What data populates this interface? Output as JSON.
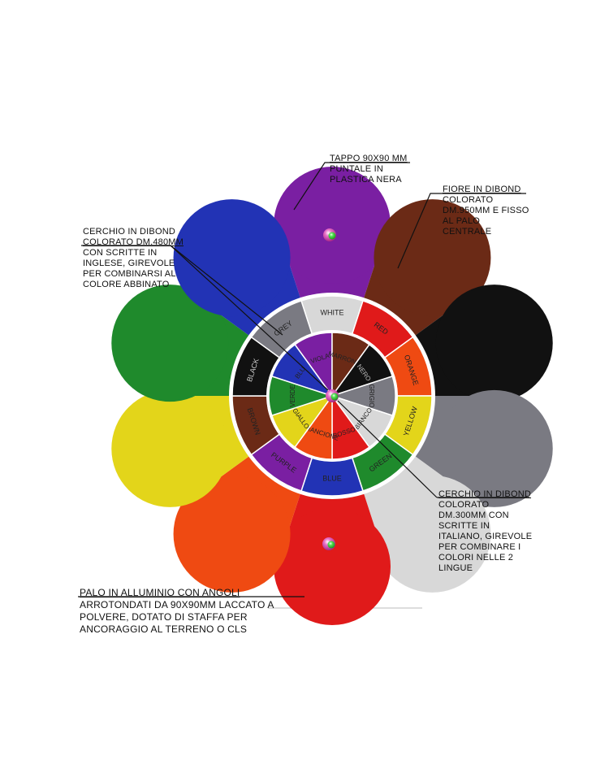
{
  "callouts": {
    "cap": {
      "lines": [
        "TAPPO 90X90 MM",
        "PUNTALE IN",
        "PLASTICA NERA"
      ]
    },
    "flower": {
      "lines": [
        "FIORE IN DIBOND",
        "COLORATO",
        "DM.950MM E FISSO",
        "AL PALO",
        "CENTRALE"
      ]
    },
    "outer_circle": {
      "lines": [
        "CERCHIO IN DIBOND",
        "COLORATO DM.480MM",
        "CON SCRITTE IN",
        "INGLESE, GIREVOLE",
        "PER COMBINARSI AL",
        "COLORE ABBINATO"
      ]
    },
    "inner_circle": {
      "lines": [
        "CERCHIO IN DIBOND",
        "COLORATO",
        "DM.300MM CON",
        "SCRITTE IN",
        "ITALIANO, GIREVOLE",
        "PER COMBINARE I",
        "COLORI NELLE 2",
        "LINGUE"
      ]
    },
    "pole": {
      "lines": [
        "PALO IN ALLUMINIO CON ANGOLI",
        "ARROTONDATI DA 90X90MM LACCATO A",
        "POLVERE, DOTATO DI STAFFA PER",
        "ANCORAGGIO AL TERRENO O CLS"
      ]
    }
  },
  "petals": [
    {
      "name": "purple",
      "color": "#7a1fa2"
    },
    {
      "name": "brown",
      "color": "#6b2a16"
    },
    {
      "name": "black",
      "color": "#111111"
    },
    {
      "name": "grey",
      "color": "#7a7a82"
    },
    {
      "name": "white",
      "color": "#d8d8d8"
    },
    {
      "name": "red",
      "color": "#e01a1a"
    },
    {
      "name": "orange",
      "color": "#ef4a12"
    },
    {
      "name": "yellow",
      "color": "#e3d51a"
    },
    {
      "name": "green",
      "color": "#1f8a2c"
    },
    {
      "name": "blue",
      "color": "#2233b5"
    }
  ],
  "outer_ring": [
    {
      "label": "WHITE",
      "color": "#d8d8d8",
      "text_color": "#222222"
    },
    {
      "label": "RED",
      "color": "#e01a1a",
      "text_color": "#222222"
    },
    {
      "label": "ORANGE",
      "color": "#ef4a12",
      "text_color": "#222222"
    },
    {
      "label": "YELLOW",
      "color": "#e3d51a",
      "text_color": "#222222"
    },
    {
      "label": "GREEN",
      "color": "#1f8a2c",
      "text_color": "#222222"
    },
    {
      "label": "BLUE",
      "color": "#2233b5",
      "text_color": "#222222"
    },
    {
      "label": "PURPLE",
      "color": "#7a1fa2",
      "text_color": "#222222"
    },
    {
      "label": "BROWN",
      "color": "#6b2a16",
      "text_color": "#222222"
    },
    {
      "label": "BLACK",
      "color": "#111111",
      "text_color": "#cccccc"
    },
    {
      "label": "GREY",
      "color": "#7a7a82",
      "text_color": "#222222"
    }
  ],
  "inner_ring": [
    {
      "label": "VIOLA",
      "color": "#7a1fa2",
      "text_color": "#222222"
    },
    {
      "label": "MARRONE",
      "color": "#6b2a16",
      "text_color": "#222222"
    },
    {
      "label": "NERO",
      "color": "#111111",
      "text_color": "#bbbbbb"
    },
    {
      "label": "GRIGIO",
      "color": "#7a7a82",
      "text_color": "#222222"
    },
    {
      "label": "BIANCO",
      "color": "#d8d8d8",
      "text_color": "#222222"
    },
    {
      "label": "ROSSO",
      "color": "#e01a1a",
      "text_color": "#222222"
    },
    {
      "label": "ARANCIONE",
      "color": "#ef4a12",
      "text_color": "#222222"
    },
    {
      "label": "GIALLO",
      "color": "#e3d51a",
      "text_color": "#222222"
    },
    {
      "label": "VERDE",
      "color": "#1f8a2c",
      "text_color": "#222222"
    },
    {
      "label": "BLU",
      "color": "#2233b5",
      "text_color": "#222222"
    }
  ],
  "colors": {
    "ring_border": "#ffffff",
    "pole": "#3a3d42",
    "knob_pink": "#d43aa8",
    "knob_green": "#3fd23f",
    "leader": "#111111"
  }
}
